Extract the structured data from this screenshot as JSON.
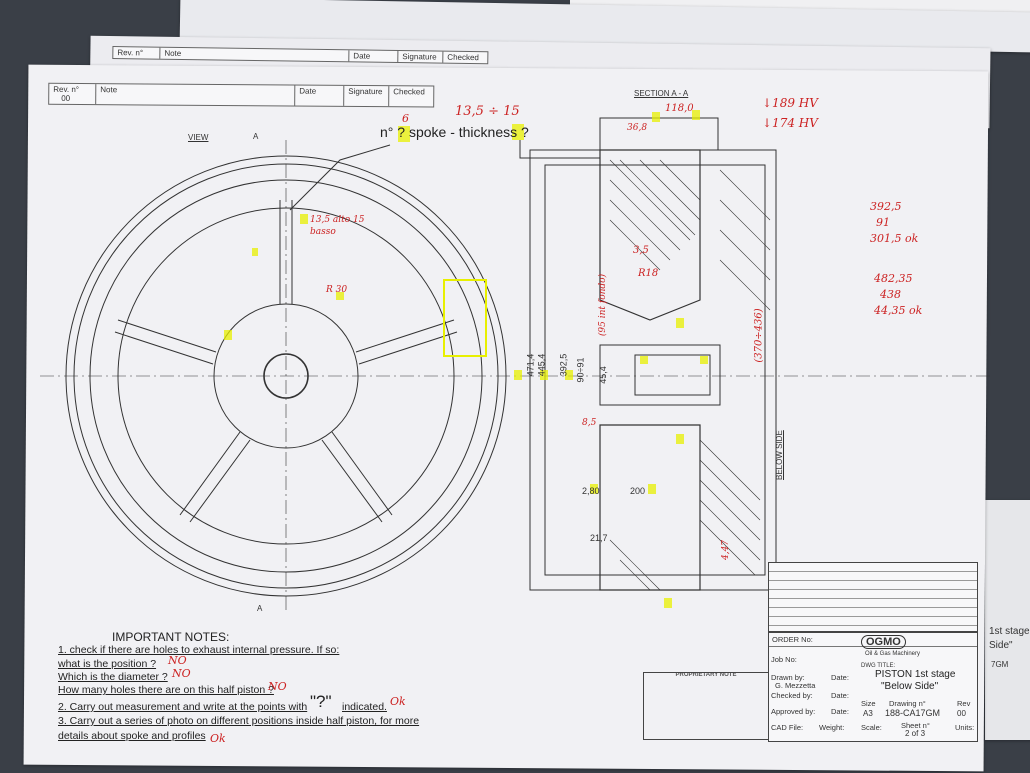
{
  "revision_table": {
    "rev_label": "Rev. n°",
    "rev_value": "00",
    "note_label": "Note",
    "date_label": "Date",
    "signature_label": "Signature",
    "checked_label": "Checked"
  },
  "back_revision_table": {
    "rev_label": "Rev. n°",
    "note_label": "Note",
    "date_label": "Date",
    "signature_label": "Signature",
    "checked_label": "Checked"
  },
  "drawing": {
    "view_label": "VIEW",
    "section_label": "SECTION A - A",
    "below_side_label": "BELOW SIDE",
    "marker_a": "A",
    "question": "n° ? spoke - thickness ?",
    "dims_vertical": [
      "471,4",
      "445,4",
      "392,5",
      "90÷91",
      "(95 int fondo)",
      "45,4",
      "(370÷436)"
    ],
    "dims_other": [
      "118,0",
      "36,8",
      "2,80",
      "200",
      "21,7",
      "R 30",
      "R18",
      "8,5",
      "4,47",
      "3,5"
    ]
  },
  "handwritten": {
    "hardness_1": "↓189 HV",
    "hardness_2": "↓174 HV",
    "thickness_range": "13,5 ÷ 15",
    "spoke_count": "6",
    "calc_1a": "392,5",
    "calc_1b": "91",
    "calc_1c": "301,5 ok",
    "calc_2a": "482,35",
    "calc_2b": "438",
    "calc_2c": "44,35 ok",
    "alto_basso": "13,5 alto 15 basso",
    "ans_position": "NO",
    "ans_diameter": "NO",
    "ans_holes": "NO",
    "ans_points": "Ok",
    "ans_photo": "Ok"
  },
  "notes": {
    "heading": "IMPORTANT NOTES:",
    "line1": "1. check if there are holes to exhaust internal pressure. If so:",
    "line2": "what is the position ?",
    "line3": "Which is the diameter ?",
    "line4": "How many holes there are on this half piston ?",
    "line5": "2. Carry out measurement and write at the points with",
    "line5_mark": "\"?\"",
    "line5_end": "indicated.",
    "line6": "3. Carry out a series of photo on different positions inside half piston, for more",
    "line7": "details about spoke and profiles"
  },
  "title_block": {
    "company": "Oil & Gas Machinery",
    "logo_text": "OGMO",
    "order_label": "ORDER No:",
    "job_label": "Job No:",
    "dwg_title_label": "DWG TITLE:",
    "dwg_title_1": "PISTON 1st stage",
    "dwg_title_2": "\"Below Side\"",
    "drawn_by_label": "Drawn by:",
    "drawn_by": "G. Mezzetta",
    "checked_by_label": "Checked by:",
    "approved_by_label": "Approved by:",
    "date_label": "Date:",
    "size_label": "Size",
    "size_value": "A3",
    "drawing_no_label": "Drawing n°",
    "drawing_no": "188-CA17GM",
    "rev_label": "Rev",
    "rev_value": "00",
    "sheet_label": "Sheet n°",
    "sheet_value": "2 of 3",
    "cad_file_label": "CAD File:",
    "weight_label": "Weight:",
    "scale_label": "Scale:",
    "units_label": "Units:",
    "proprietary_heading": "PROPRIETARY NOTE"
  },
  "right_sheet": {
    "title_fragment": "1st stage",
    "side_fragment": "Side\"",
    "dwg_fragment": "7GM"
  },
  "colors": {
    "desk": "#3a3f47",
    "paper": "#f1f1f4",
    "ink": "#2a2a2a",
    "handwriting_red": "#c22",
    "highlight_yellow": "#e8f000"
  }
}
